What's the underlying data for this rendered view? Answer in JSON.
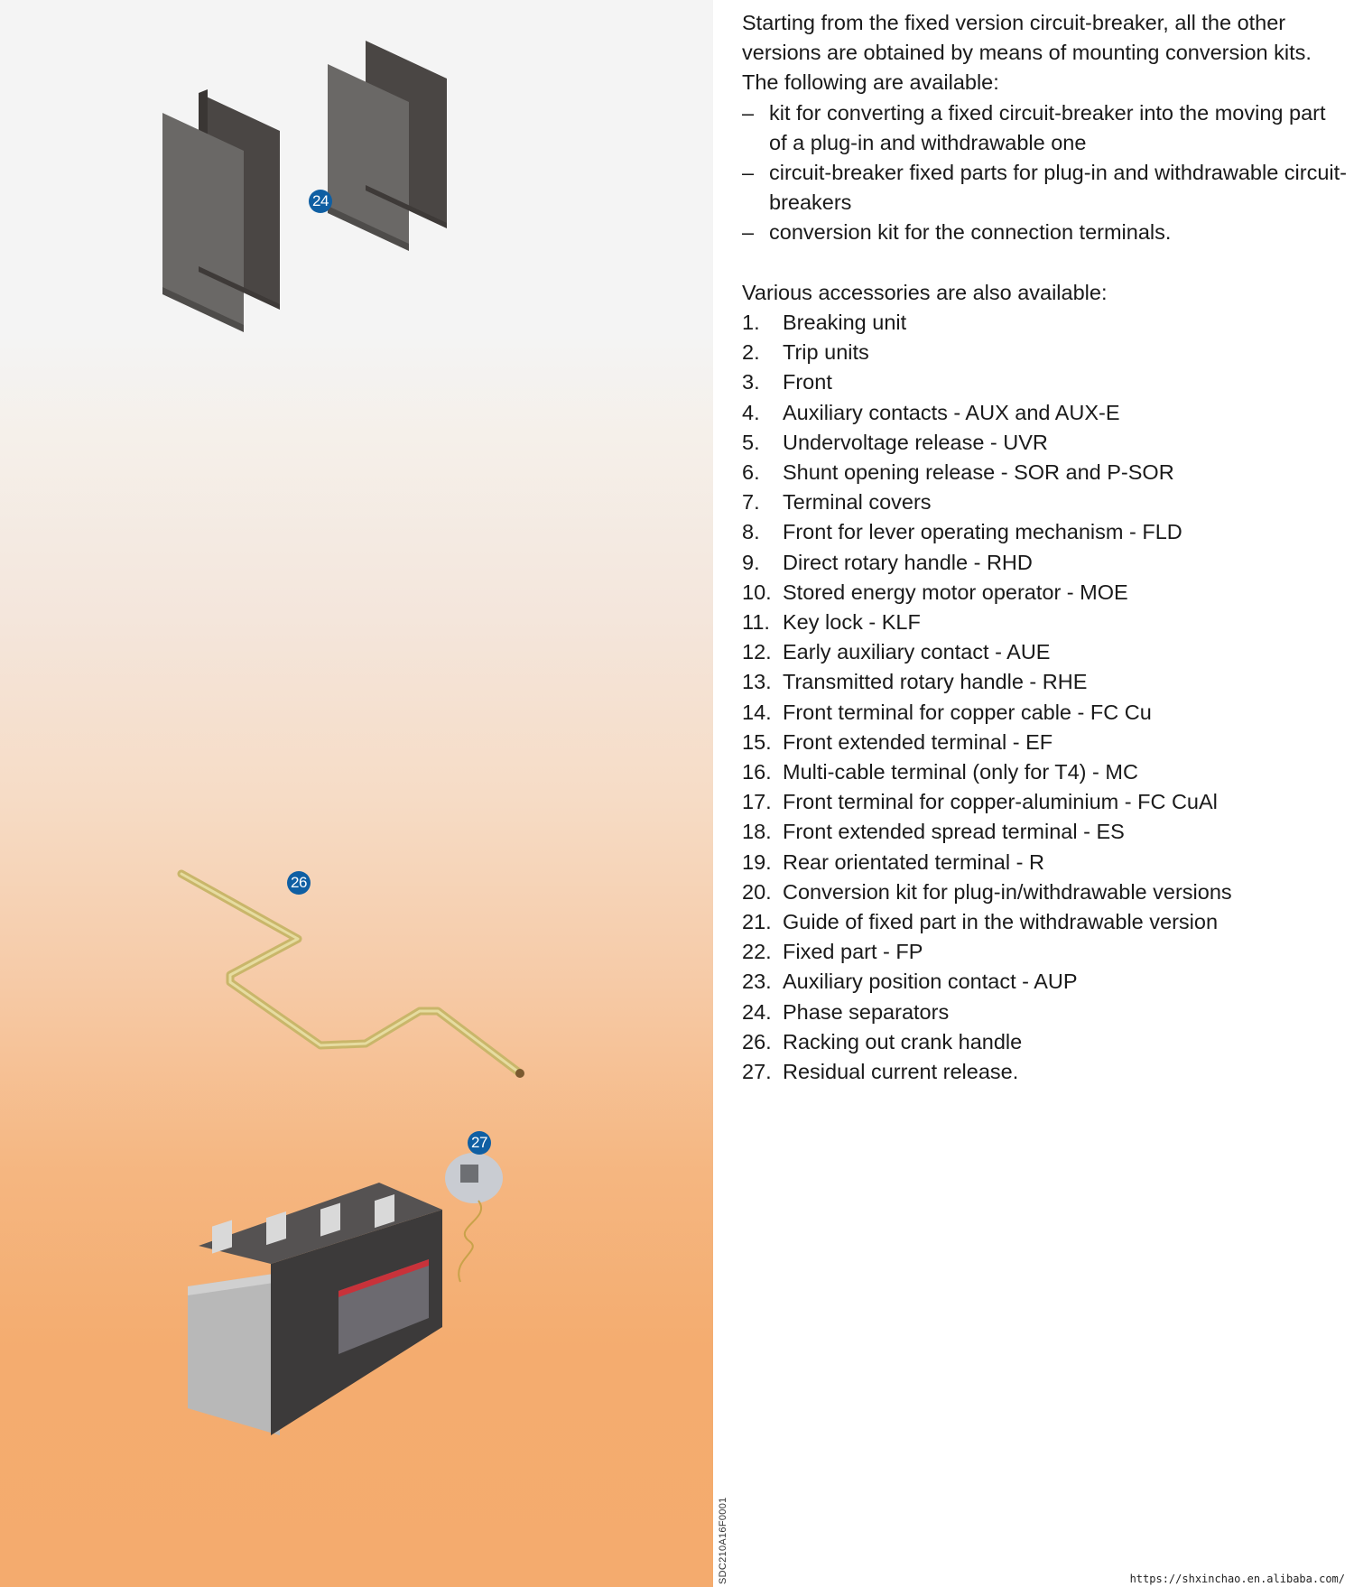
{
  "intro": {
    "paragraph": "Starting from the fixed version circuit-breaker, all the other versions are obtained by means of mounting conversion kits.",
    "lead": "The following are available:",
    "bullets": [
      {
        "marker": "–",
        "text": "kit for converting a fixed circuit-breaker into the moving part of a plug-in and withdrawable one"
      },
      {
        "marker": "–",
        "text": "circuit-breaker fixed parts for plug-in and withdrawable circuit-breakers"
      },
      {
        "marker": "–",
        "text": "conversion kit for the connection terminals."
      }
    ]
  },
  "accessories": {
    "heading": "Various accessories are also available:",
    "items": [
      {
        "num": "1.",
        "text": "Breaking unit"
      },
      {
        "num": "2.",
        "text": "Trip units"
      },
      {
        "num": "3.",
        "text": "Front"
      },
      {
        "num": "4.",
        "text": "Auxiliary contacts - AUX and AUX-E"
      },
      {
        "num": "5.",
        "text": "Undervoltage release - UVR"
      },
      {
        "num": "6.",
        "text": "Shunt opening release - SOR and P-SOR"
      },
      {
        "num": "7.",
        "text": "Terminal covers"
      },
      {
        "num": "8.",
        "text": "Front for lever operating mechanism - FLD"
      },
      {
        "num": "9.",
        "text": "Direct rotary handle - RHD"
      },
      {
        "num": "10.",
        "text": "Stored energy motor operator - MOE"
      },
      {
        "num": "11.",
        "text": "Key lock - KLF"
      },
      {
        "num": "12.",
        "text": "Early auxiliary contact - AUE"
      },
      {
        "num": "13.",
        "text": "Transmitted rotary handle - RHE"
      },
      {
        "num": "14.",
        "text": "Front terminal for copper cable - FC Cu"
      },
      {
        "num": "15.",
        "text": "Front extended terminal - EF"
      },
      {
        "num": "16.",
        "text": "Multi-cable terminal (only for T4) - MC"
      },
      {
        "num": "17.",
        "text": "Front terminal for copper-aluminium - FC CuAl"
      },
      {
        "num": "18.",
        "text": "Front extended spread terminal - ES"
      },
      {
        "num": "19.",
        "text": "Rear orientated terminal - R"
      },
      {
        "num": "20.",
        "text": "Conversion kit for plug-in/withdrawable versions"
      },
      {
        "num": "21.",
        "text": "Guide of fixed part in the withdrawable version"
      },
      {
        "num": "22.",
        "text": "Fixed part - FP"
      },
      {
        "num": "23.",
        "text": "Auxiliary position contact - AUP"
      },
      {
        "num": "24.",
        "text": "Phase separators"
      },
      {
        "num": "26.",
        "text": "Racking out crank handle"
      },
      {
        "num": "27.",
        "text": "Residual current release."
      }
    ]
  },
  "figure": {
    "callouts": [
      "24",
      "26",
      "27"
    ],
    "code": "SDC210A16F0001",
    "callout_color": "#0f5fa3",
    "panel_colors": {
      "top": "#f4f4f4",
      "bottom": "#f4ab6e"
    }
  },
  "watermark": "https://shxinchao.en.alibaba.com/"
}
